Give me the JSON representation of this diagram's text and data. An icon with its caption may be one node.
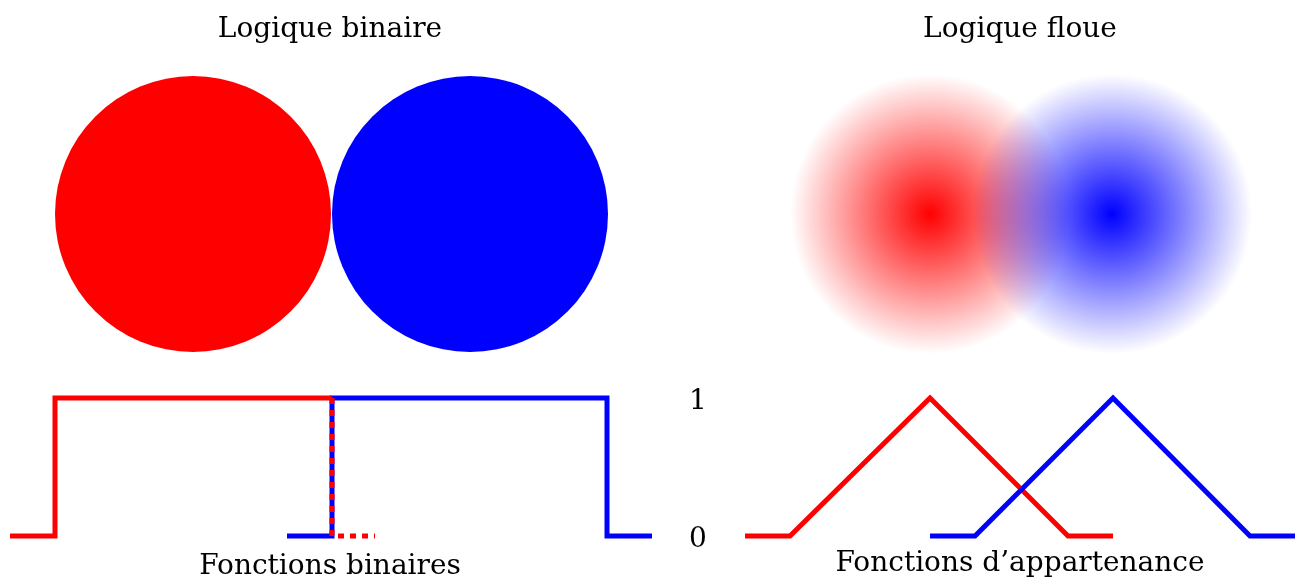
{
  "diagram": {
    "labels": [
      "Logique binaire",
      "Logique floue",
      "1",
      "0",
      "Fonctions binaires",
      "Fonctions d’appartenance"
    ]
  }
}
